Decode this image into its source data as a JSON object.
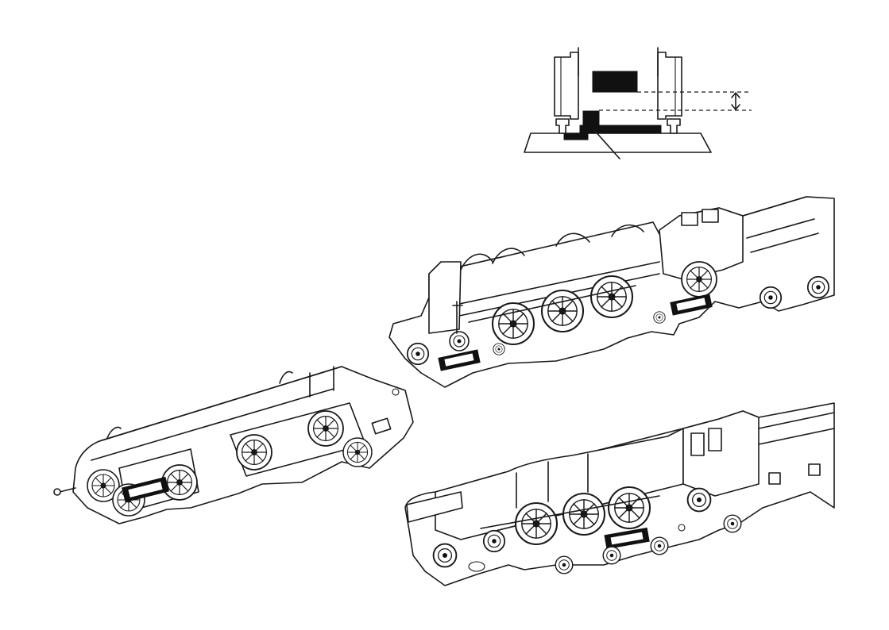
{
  "colors": {
    "line": "#1a1a1a",
    "fill": "#ffffff",
    "marker": "#111111"
  },
  "figures": [
    {
      "id": "cross-section",
      "kind": "track-cross-section-with-gap-indicator"
    },
    {
      "id": "diesel-locomotive",
      "kind": "underside-view-with-marker"
    },
    {
      "id": "steam-locomotive-upper",
      "kind": "underside-view-with-marker"
    },
    {
      "id": "steam-locomotive-lower",
      "kind": "underside-view-with-marker"
    }
  ]
}
